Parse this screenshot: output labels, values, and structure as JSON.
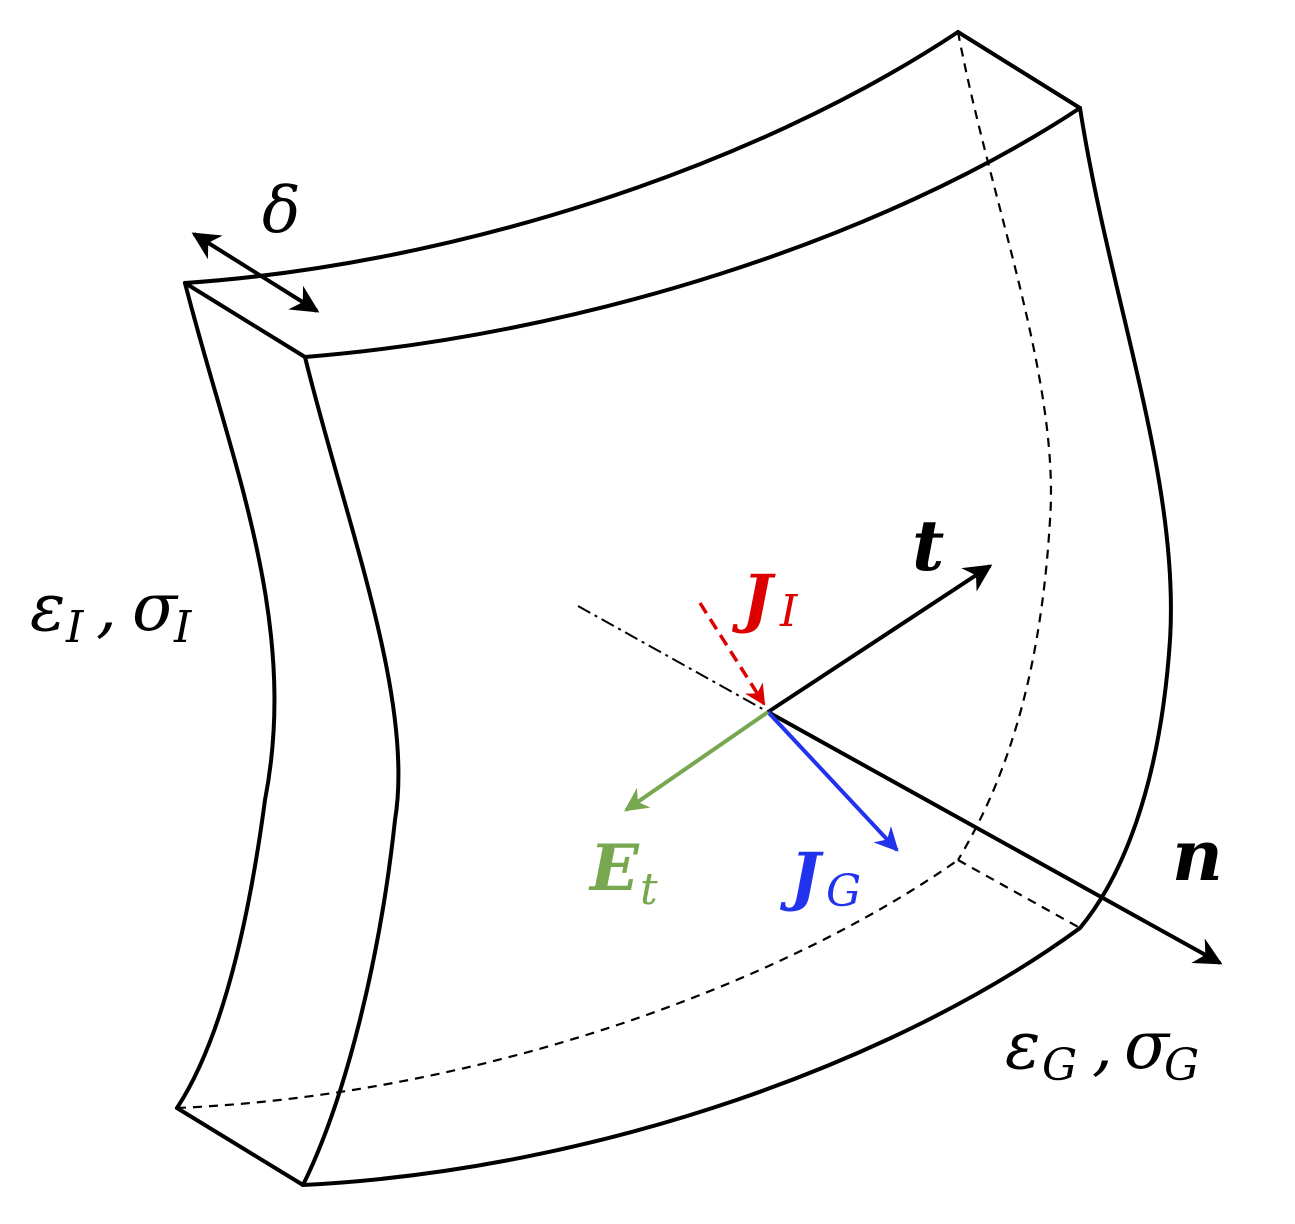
{
  "labels": {
    "delta": "δ",
    "eps_I": "ε",
    "sub_I1": "I",
    "sep_I": ",",
    "sigma_I": "σ",
    "sub_I2": "I",
    "eps_G": "ε",
    "sub_G1": "G",
    "sep_G": ",",
    "sigma_G": "σ",
    "sub_G2": "G",
    "t": "t",
    "n": "n",
    "J_I": "J",
    "J_I_sub": "I",
    "J_G": "J",
    "J_G_sub": "G",
    "E_t": "E",
    "E_t_sub": "t"
  },
  "colors": {
    "outline": "#000000",
    "J_I": "#dd0000",
    "J_G": "#2233ee",
    "E_t": "#77a84f"
  }
}
